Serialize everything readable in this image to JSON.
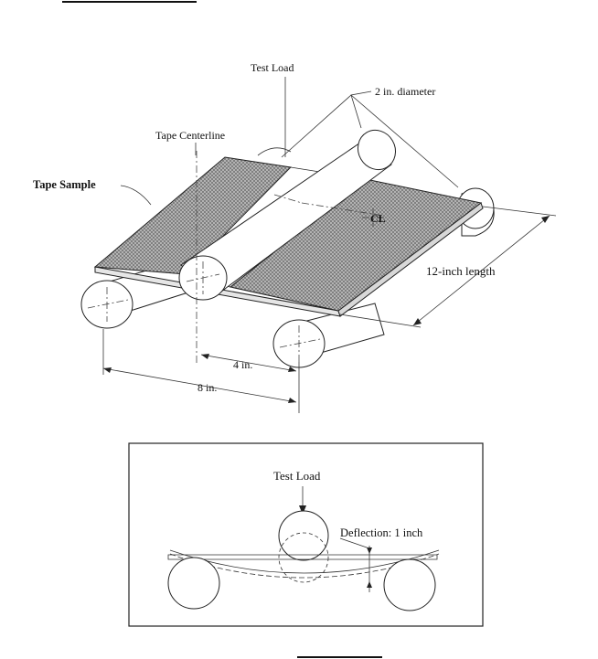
{
  "top_diagram": {
    "test_load": "Test Load",
    "diameter": "2 in. diameter",
    "centerline": "Tape Centerline",
    "sample": "Tape Sample",
    "cl_symbol": "CL",
    "length": "12-inch length",
    "dim_4": "4 in.",
    "dim_8": "8 in."
  },
  "bottom_diagram": {
    "test_load": "Test Load",
    "deflection": "Deflection: 1 inch"
  }
}
